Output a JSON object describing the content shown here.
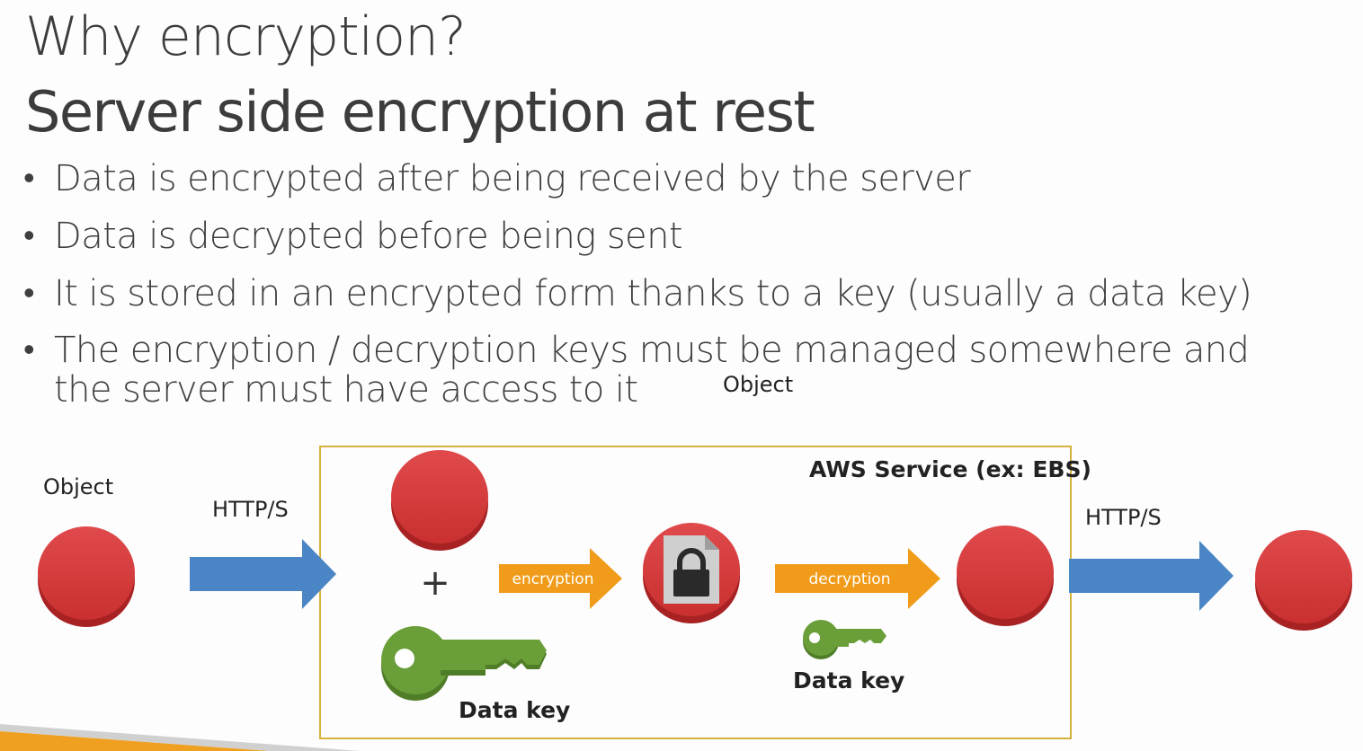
{
  "title": {
    "line1": "Why encryption?",
    "line2": "Server side encryption at rest"
  },
  "bullets": [
    "Data is encrypted after being received by the server",
    "Data is decrypted before being sent",
    "It is stored in an encrypted form thanks to a key (usually a data key)",
    "The encryption / decryption keys must be managed somewhere and the server must have access to it"
  ],
  "diagram": {
    "object_label_left": "Object",
    "object_label_top": "Object",
    "http_label_in": "HTTP/S",
    "http_label_out": "HTTP/S",
    "service_label": "AWS Service (ex: EBS)",
    "plus": "+",
    "encryption_label": "encryption",
    "decryption_label": "decryption",
    "data_key_label_1": "Data key",
    "data_key_label_2": "Data key"
  },
  "icons": {
    "object": "red-circle-object-icon",
    "key": "green-key-icon",
    "lock": "encrypted-file-lock-icon"
  },
  "colors": {
    "object_red": "#d7373b",
    "arrow_blue": "#4a86c5",
    "arrow_orange": "#f09c1a",
    "key_green": "#6a9e38",
    "box_border": "#d6b23d"
  }
}
